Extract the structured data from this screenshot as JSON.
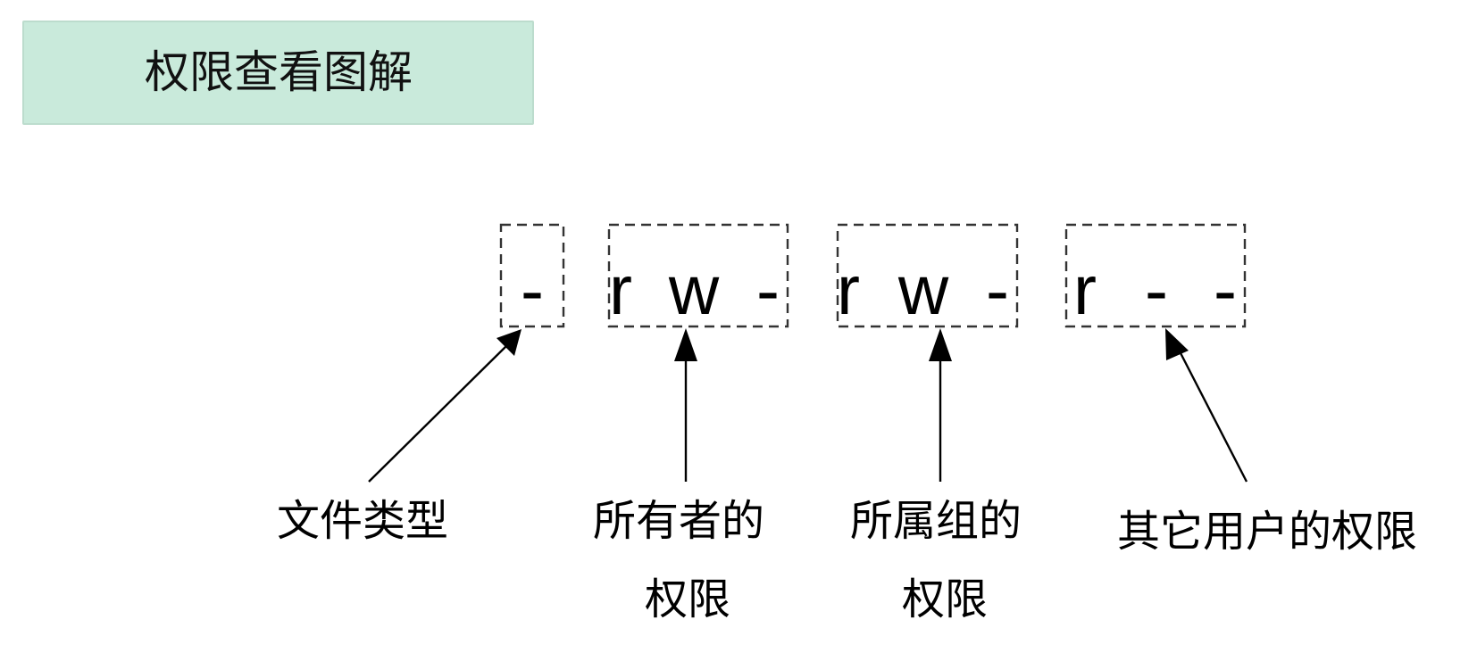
{
  "title": "权限查看图解",
  "groups": [
    {
      "chars": [
        "-"
      ],
      "label_lines": [
        "文件类型"
      ]
    },
    {
      "chars": [
        "r",
        "w",
        "-"
      ],
      "label_lines": [
        "所有者的",
        "权限"
      ]
    },
    {
      "chars": [
        "r",
        "w",
        "-"
      ],
      "label_lines": [
        "所属组的",
        "权限"
      ]
    },
    {
      "chars": [
        "r",
        "-",
        "-"
      ],
      "label_lines": [
        "其它用户的权限"
      ]
    }
  ],
  "colors": {
    "title_background": "#c9eadb",
    "title_border": "#bcdccd",
    "text": "#000000",
    "box_stroke": "#333333"
  }
}
